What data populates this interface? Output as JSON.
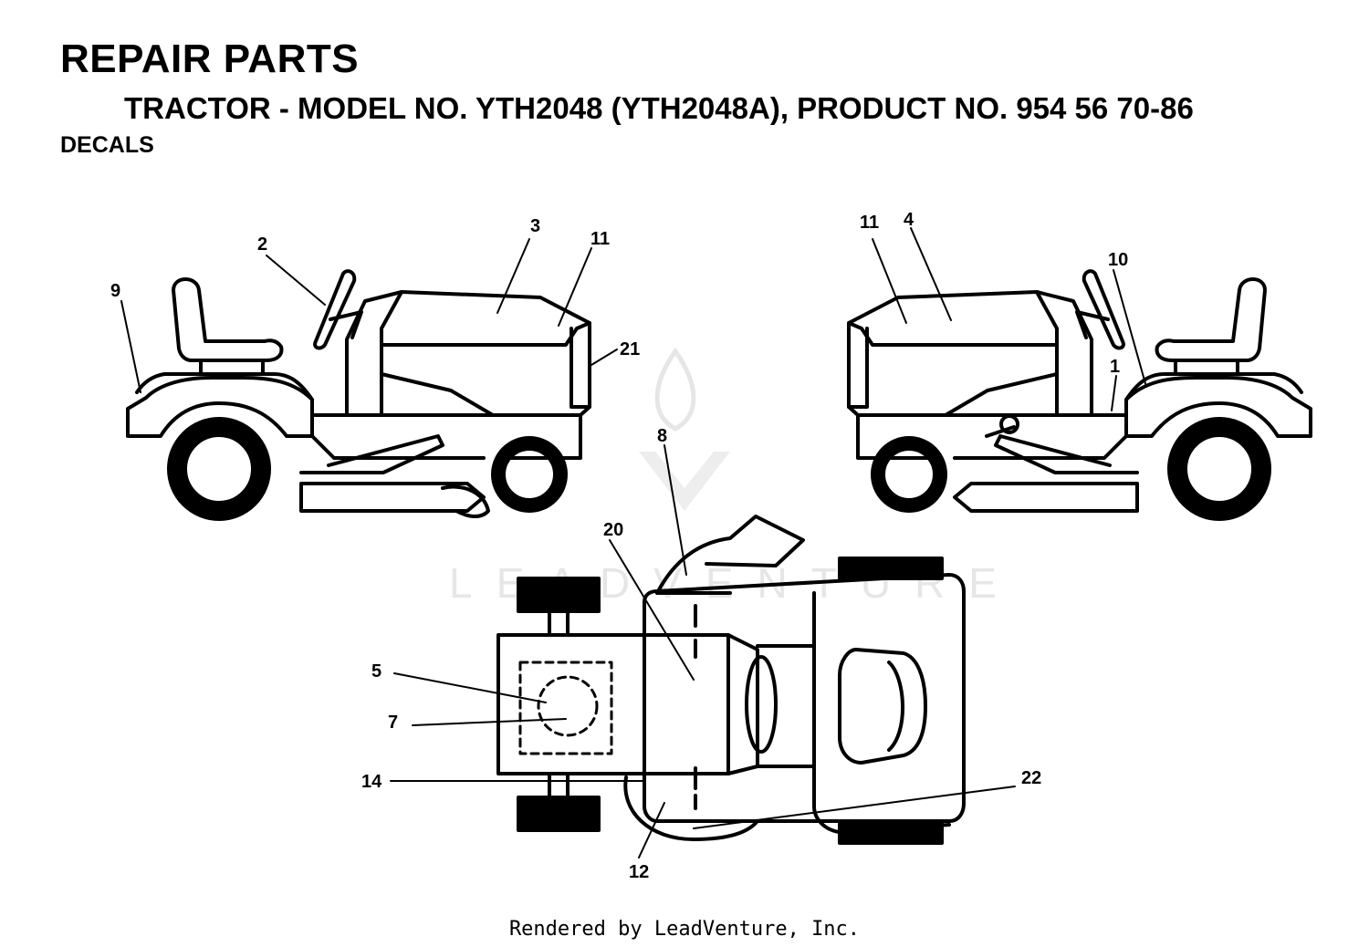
{
  "header": {
    "title": "REPAIR PARTS",
    "subtitle": "TRACTOR - MODEL NO. YTH2048 (YTH2048A), PRODUCT NO. 954 56 70-86",
    "section": "DECALS"
  },
  "watermark": {
    "text": "LEADVENTURE"
  },
  "callouts": [
    {
      "id": "callout-9",
      "label": "9"
    },
    {
      "id": "callout-2",
      "label": "2"
    },
    {
      "id": "callout-3",
      "label": "3"
    },
    {
      "id": "callout-11-left",
      "label": "11"
    },
    {
      "id": "callout-21",
      "label": "21"
    },
    {
      "id": "callout-11-right",
      "label": "11"
    },
    {
      "id": "callout-4",
      "label": "4"
    },
    {
      "id": "callout-10",
      "label": "10"
    },
    {
      "id": "callout-1",
      "label": "1"
    },
    {
      "id": "callout-8",
      "label": "8"
    },
    {
      "id": "callout-20",
      "label": "20"
    },
    {
      "id": "callout-5",
      "label": "5"
    },
    {
      "id": "callout-7",
      "label": "7"
    },
    {
      "id": "callout-14",
      "label": "14"
    },
    {
      "id": "callout-22",
      "label": "22"
    },
    {
      "id": "callout-12",
      "label": "12"
    }
  ],
  "footer": {
    "text": "Rendered by LeadVenture, Inc."
  }
}
